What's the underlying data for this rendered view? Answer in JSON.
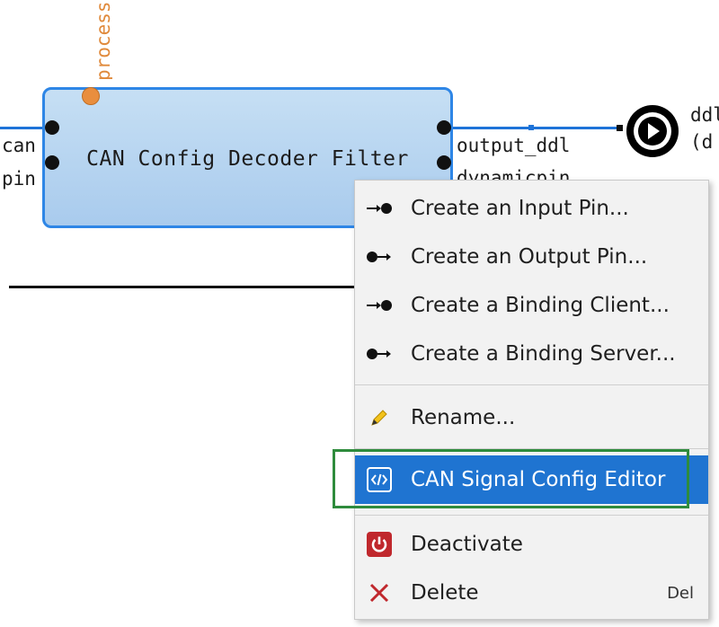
{
  "canvas": {
    "filter_node_title": "CAN Config Decoder Filter",
    "process_pin_label": "process",
    "left_pin_label_1": "can",
    "left_pin_label_2": "pin",
    "right_pin_label_1": "output_ddl",
    "right_pin_label_2": "dynamicpin",
    "ddl_label_1": "ddl",
    "ddl_label_2": "(d"
  },
  "context_menu": {
    "items": [
      {
        "label": "Create an Input Pin...",
        "icon": "input-pin-icon"
      },
      {
        "label": "Create an Output Pin...",
        "icon": "output-pin-icon"
      },
      {
        "label": "Create a Binding Client...",
        "icon": "binding-client-icon"
      },
      {
        "label": "Create a Binding Server...",
        "icon": "binding-server-icon"
      },
      {
        "label": "Rename...",
        "icon": "pencil-icon"
      },
      {
        "label": "CAN Signal Config Editor",
        "icon": "code-editor-icon"
      },
      {
        "label": "Deactivate",
        "icon": "power-icon"
      },
      {
        "label": "Delete",
        "icon": "close-icon",
        "shortcut": "Del"
      }
    ]
  },
  "colors": {
    "menu_highlight": "#1f74d1",
    "highlight_box": "#2e8b3c",
    "node_border": "#2e86e6",
    "process_pin": "#e98e3e"
  }
}
